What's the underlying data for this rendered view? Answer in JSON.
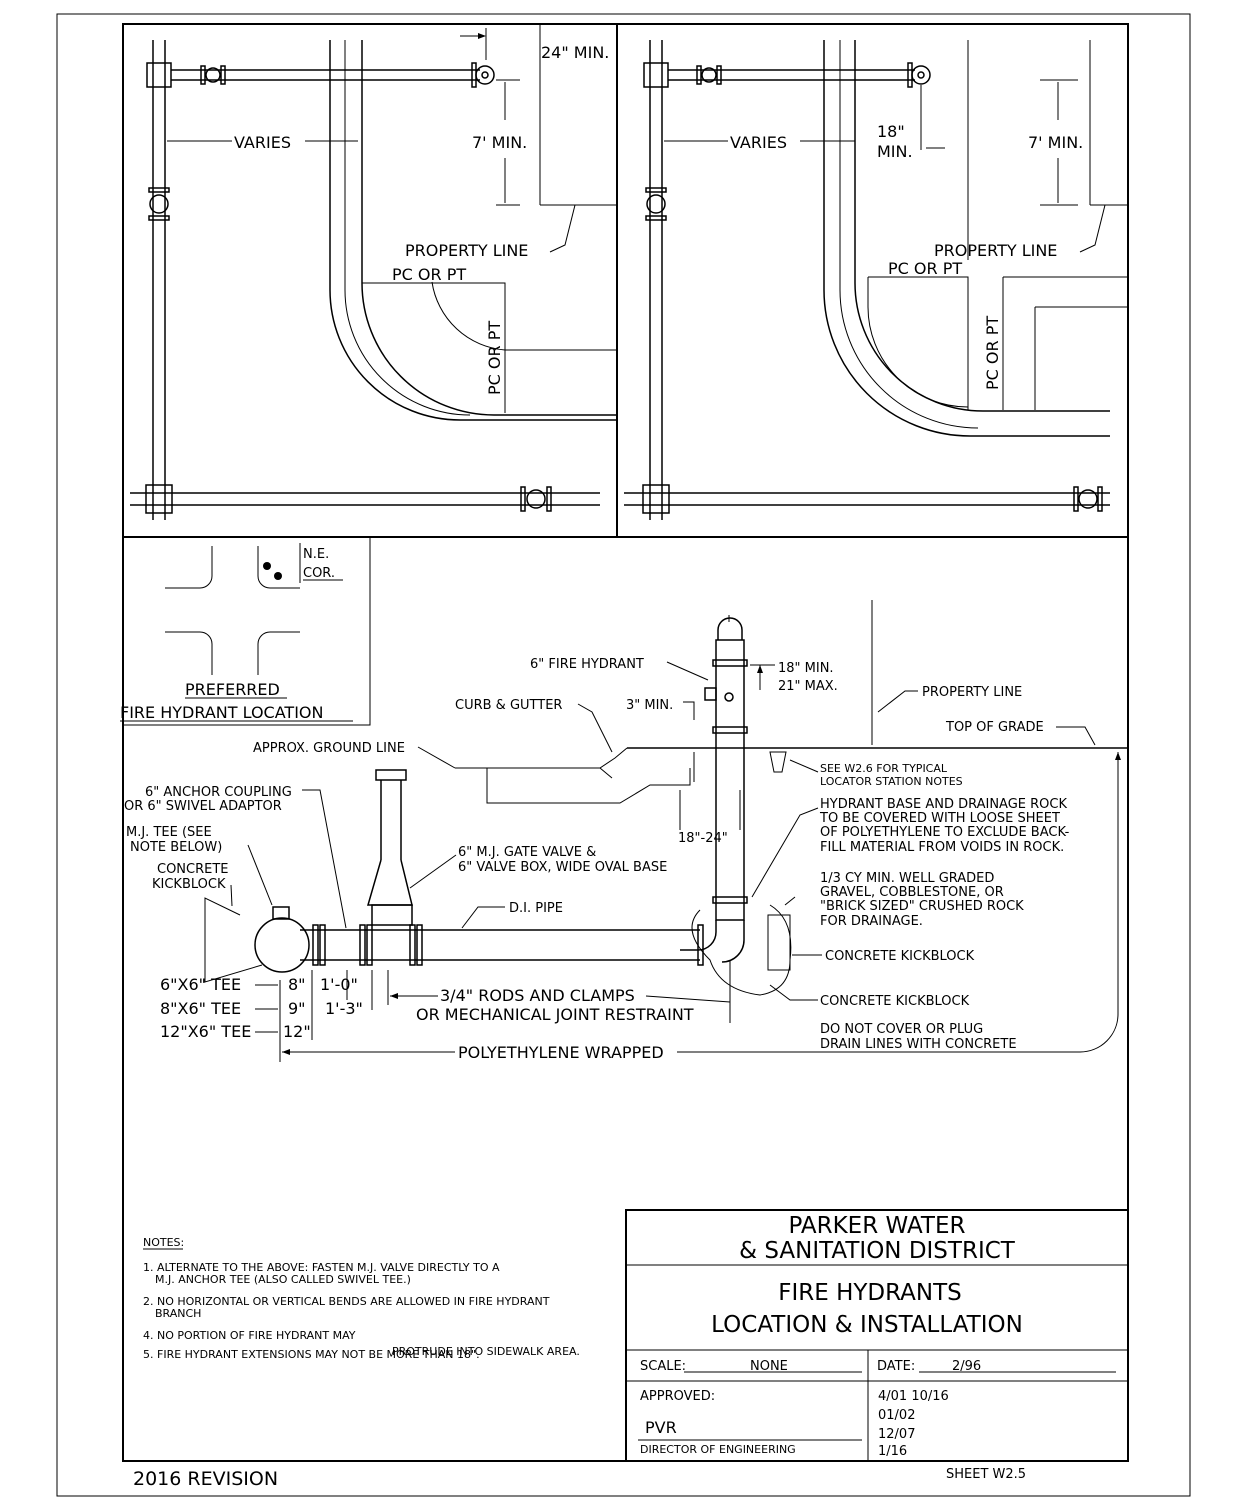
{
  "plan_left": {
    "varies": "VARIES",
    "min_24": "24\" MIN.",
    "min_7": "7' MIN.",
    "property_line": "PROPERTY LINE",
    "pc_pt_h": "PC OR PT",
    "pc_pt_v": "PC OR PT"
  },
  "plan_right": {
    "varies": "VARIES",
    "min_18_a": "18\"",
    "min_18_b": "MIN.",
    "min_7": "7' MIN.",
    "property_line": "PROPERTY LINE",
    "pc_pt_h": "PC OR PT",
    "pc_pt_v": "PC OR PT"
  },
  "preferred": {
    "ne_a": "N.E.",
    "ne_b": "COR.",
    "title_a": "PREFERRED",
    "title_b": "FIRE HYDRANT LOCATION"
  },
  "section": {
    "fire_hydrant": "6\" FIRE HYDRANT",
    "min_18": "18\" MIN.",
    "max_21": "21\" MAX.",
    "property_line": "PROPERTY LINE",
    "curb_gutter": "CURB & GUTTER",
    "min_3": "3\" MIN.",
    "top_grade": "TOP OF GRADE",
    "ground_line": "APPROX. GROUND LINE",
    "see_w26_a": "SEE W2.6 FOR TYPICAL",
    "see_w26_b": "LOCATOR STATION NOTES",
    "anchor_a": "6\" ANCHOR COUPLING",
    "anchor_b": "OR 6\" SWIVEL ADAPTOR",
    "hb_1": "HYDRANT BASE AND DRAINAGE ROCK",
    "hb_2": "TO BE COVERED WITH LOOSE SHEET",
    "hb_3": "OF POLYETHYLENE TO EXCLUDE BACK-",
    "hb_4": "FILL MATERIAL FROM VOIDS IN ROCK.",
    "mj_tee_a": "M.J. TEE (SEE",
    "mj_tee_b": "NOTE BELOW)",
    "dim_18_24": "18\"-24\"",
    "gate_a": "6\" M.J. GATE VALVE &",
    "gate_b": "6\" VALVE BOX, WIDE OVAL BASE",
    "kick_a": "CONCRETE",
    "kick_b": "KICKBLOCK",
    "gravel_1": "1/3 CY MIN. WELL GRADED",
    "gravel_2": "GRAVEL, COBBLESTONE, OR",
    "gravel_3": "\"BRICK SIZED\" CRUSHED ROCK",
    "gravel_4": "FOR DRAINAGE.",
    "di_pipe": "D.I. PIPE",
    "kickblock_1": "CONCRETE KICKBLOCK",
    "kickblock_2": "CONCRETE KICKBLOCK",
    "tee_6": "6\"X6\" TEE",
    "tee_8": "8\"X6\" TEE",
    "tee_12": "12\"X6\" TEE",
    "d_8": "8\"",
    "d_9": "9\"",
    "d_12": "12\"",
    "d_1_0": "1'-0\"",
    "d_1_3": "1'-3\"",
    "rods_a": "3/4\" RODS AND CLAMPS",
    "rods_b": "OR MECHANICAL JOINT RESTRAINT",
    "drain_a": "DO NOT COVER OR PLUG",
    "drain_b": "DRAIN LINES WITH CONCRETE",
    "poly": "POLYETHYLENE WRAPPED"
  },
  "notes": {
    "heading": "NOTES:",
    "n1a": "1. ALTERNATE TO THE ABOVE:  FASTEN M.J. VALVE DIRECTLY TO A",
    "n1b": "M.J. ANCHOR TEE (ALSO CALLED SWIVEL TEE.)",
    "n2a": "2. NO HORIZONTAL OR VERTICAL BENDS ARE ALLOWED IN FIRE HYDRANT",
    "n2b": "BRANCH",
    "n4": "4. NO PORTION OF FIRE HYDRANT MAY",
    "n5a": "5. FIRE HYDRANT EXTENSIONS MAY NOT BE MORE THAN 18\".",
    "n5b": "PROTRUDE INTO SIDEWALK AREA."
  },
  "title_block": {
    "org_a": "PARKER WATER",
    "org_b": "& SANITATION DISTRICT",
    "title_a": "FIRE HYDRANTS",
    "title_b": "LOCATION & INSTALLATION",
    "scale_label": "SCALE:",
    "scale_value": "NONE",
    "date_label": "DATE:",
    "date_value": "2/96",
    "approved_label": "APPROVED:",
    "approved_value": "PVR",
    "director": "DIRECTOR OF ENGINEERING",
    "rev_1": "4/01   10/16",
    "rev_2": "01/02",
    "rev_3": "12/07",
    "rev_4": "1/16"
  },
  "footer": {
    "revision": "2016 REVISION",
    "sheet": "SHEET W2.5"
  }
}
